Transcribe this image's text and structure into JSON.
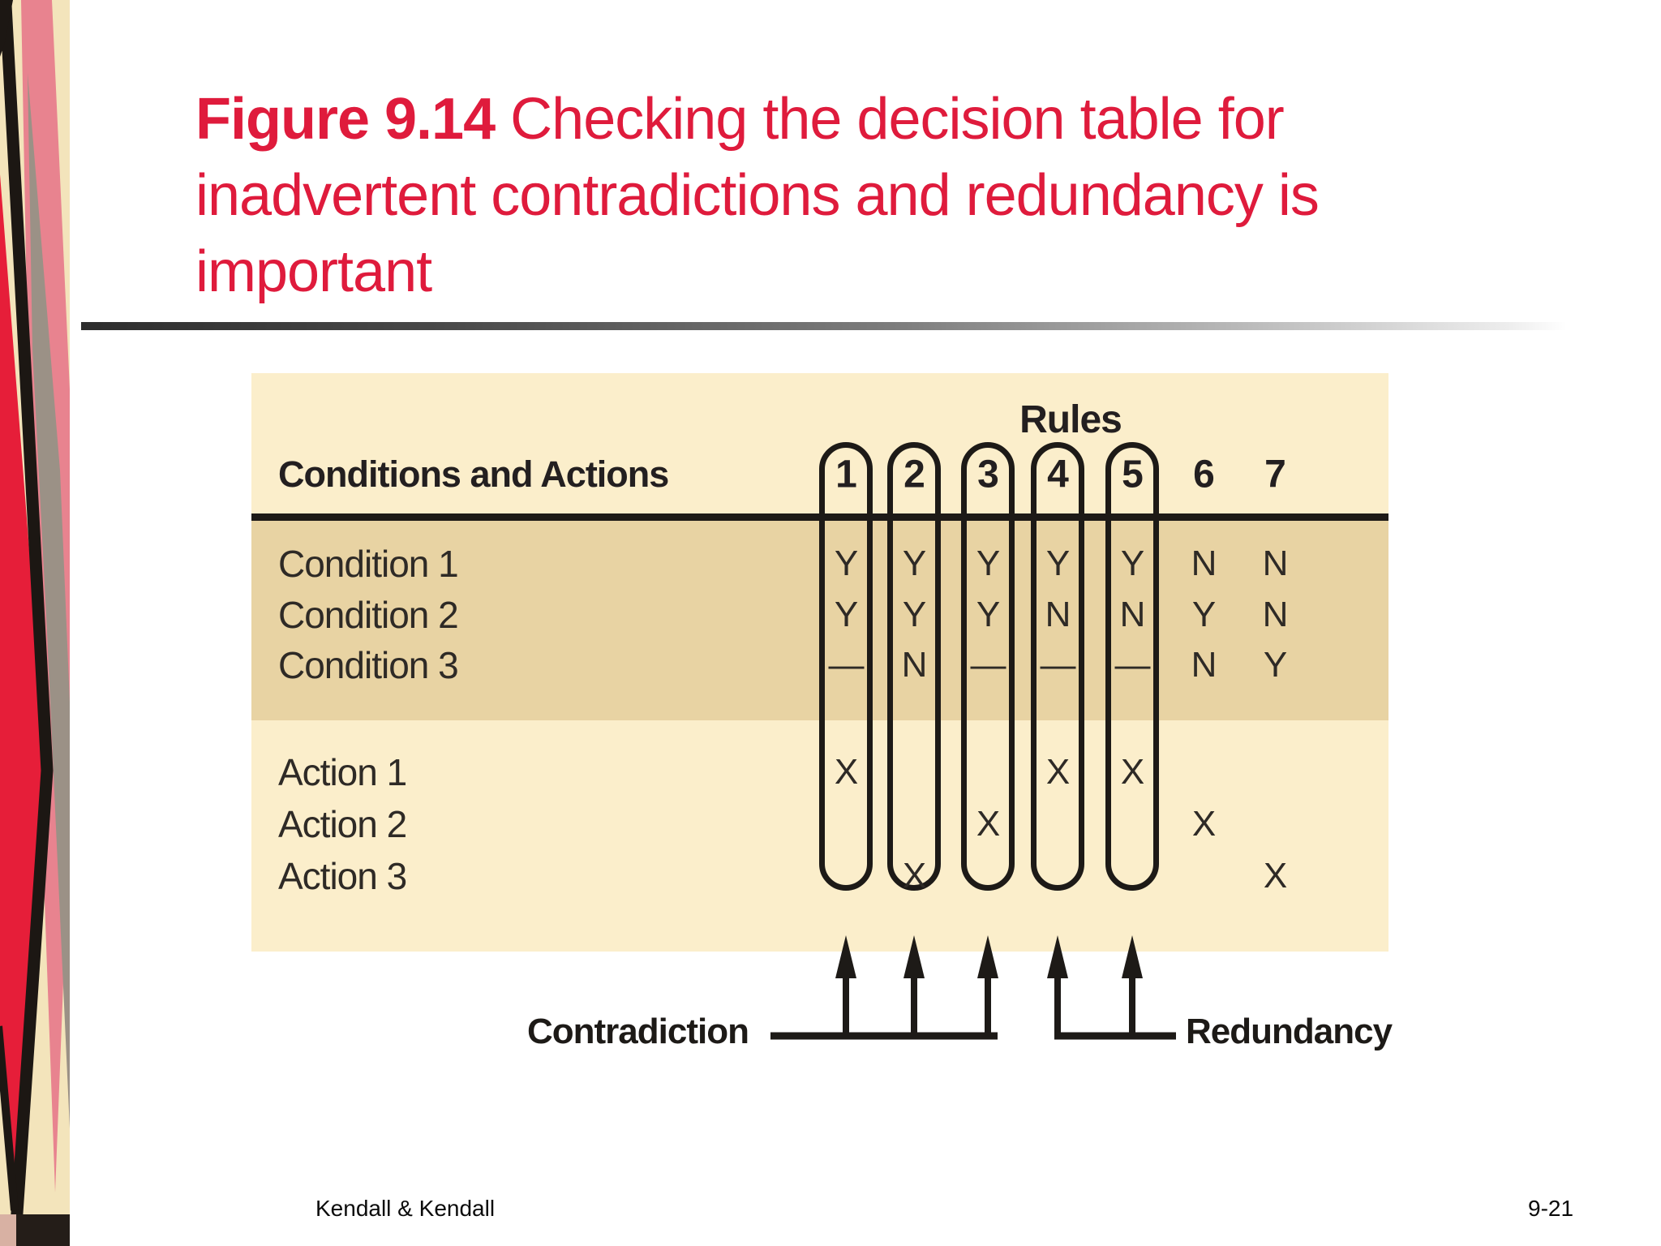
{
  "slide": {
    "title": {
      "line1_bold": "Figure 9.14",
      "line1_rest": " Checking the decision table for",
      "line2": "inadvertent contradictions and redundancy is",
      "line3": "important"
    },
    "footer": {
      "left": "Kendall & Kendall",
      "right": "9-21"
    }
  },
  "figure": {
    "rules_header": "Rules",
    "row_header": "Conditions and Actions",
    "columns": [
      "1",
      "2",
      "3",
      "4",
      "5",
      "6",
      "7"
    ],
    "circled_rule_columns": [
      1,
      2,
      3,
      4,
      5
    ],
    "condition_rows": [
      {
        "label": "Condition 1",
        "values": [
          "Y",
          "Y",
          "Y",
          "Y",
          "Y",
          "N",
          "N"
        ]
      },
      {
        "label": "Condition 2",
        "values": [
          "Y",
          "Y",
          "Y",
          "N",
          "N",
          "Y",
          "N"
        ]
      },
      {
        "label": "Condition 3",
        "values": [
          "—",
          "N",
          "—",
          "—",
          "—",
          "N",
          "Y"
        ]
      }
    ],
    "action_rows": [
      {
        "label": "Action 1",
        "values": [
          "X",
          "",
          "",
          "X",
          "X",
          "",
          ""
        ]
      },
      {
        "label": "Action 2",
        "values": [
          "",
          "",
          "X",
          "",
          "",
          "X",
          ""
        ]
      },
      {
        "label": "Action 3",
        "values": [
          "",
          "X",
          "",
          "",
          "",
          "",
          "X"
        ]
      }
    ],
    "annotations": {
      "contradiction_label": "Contradiction",
      "contradiction_columns": [
        1,
        2,
        3
      ],
      "redundancy_label": "Redundancy",
      "redundancy_columns": [
        4,
        5
      ]
    },
    "colors": {
      "title_red": "#df1b3c",
      "figure_cream": "#fbeecb",
      "conditions_band_tan": "#e8d3a3",
      "line_black": "#1d1a17"
    }
  }
}
